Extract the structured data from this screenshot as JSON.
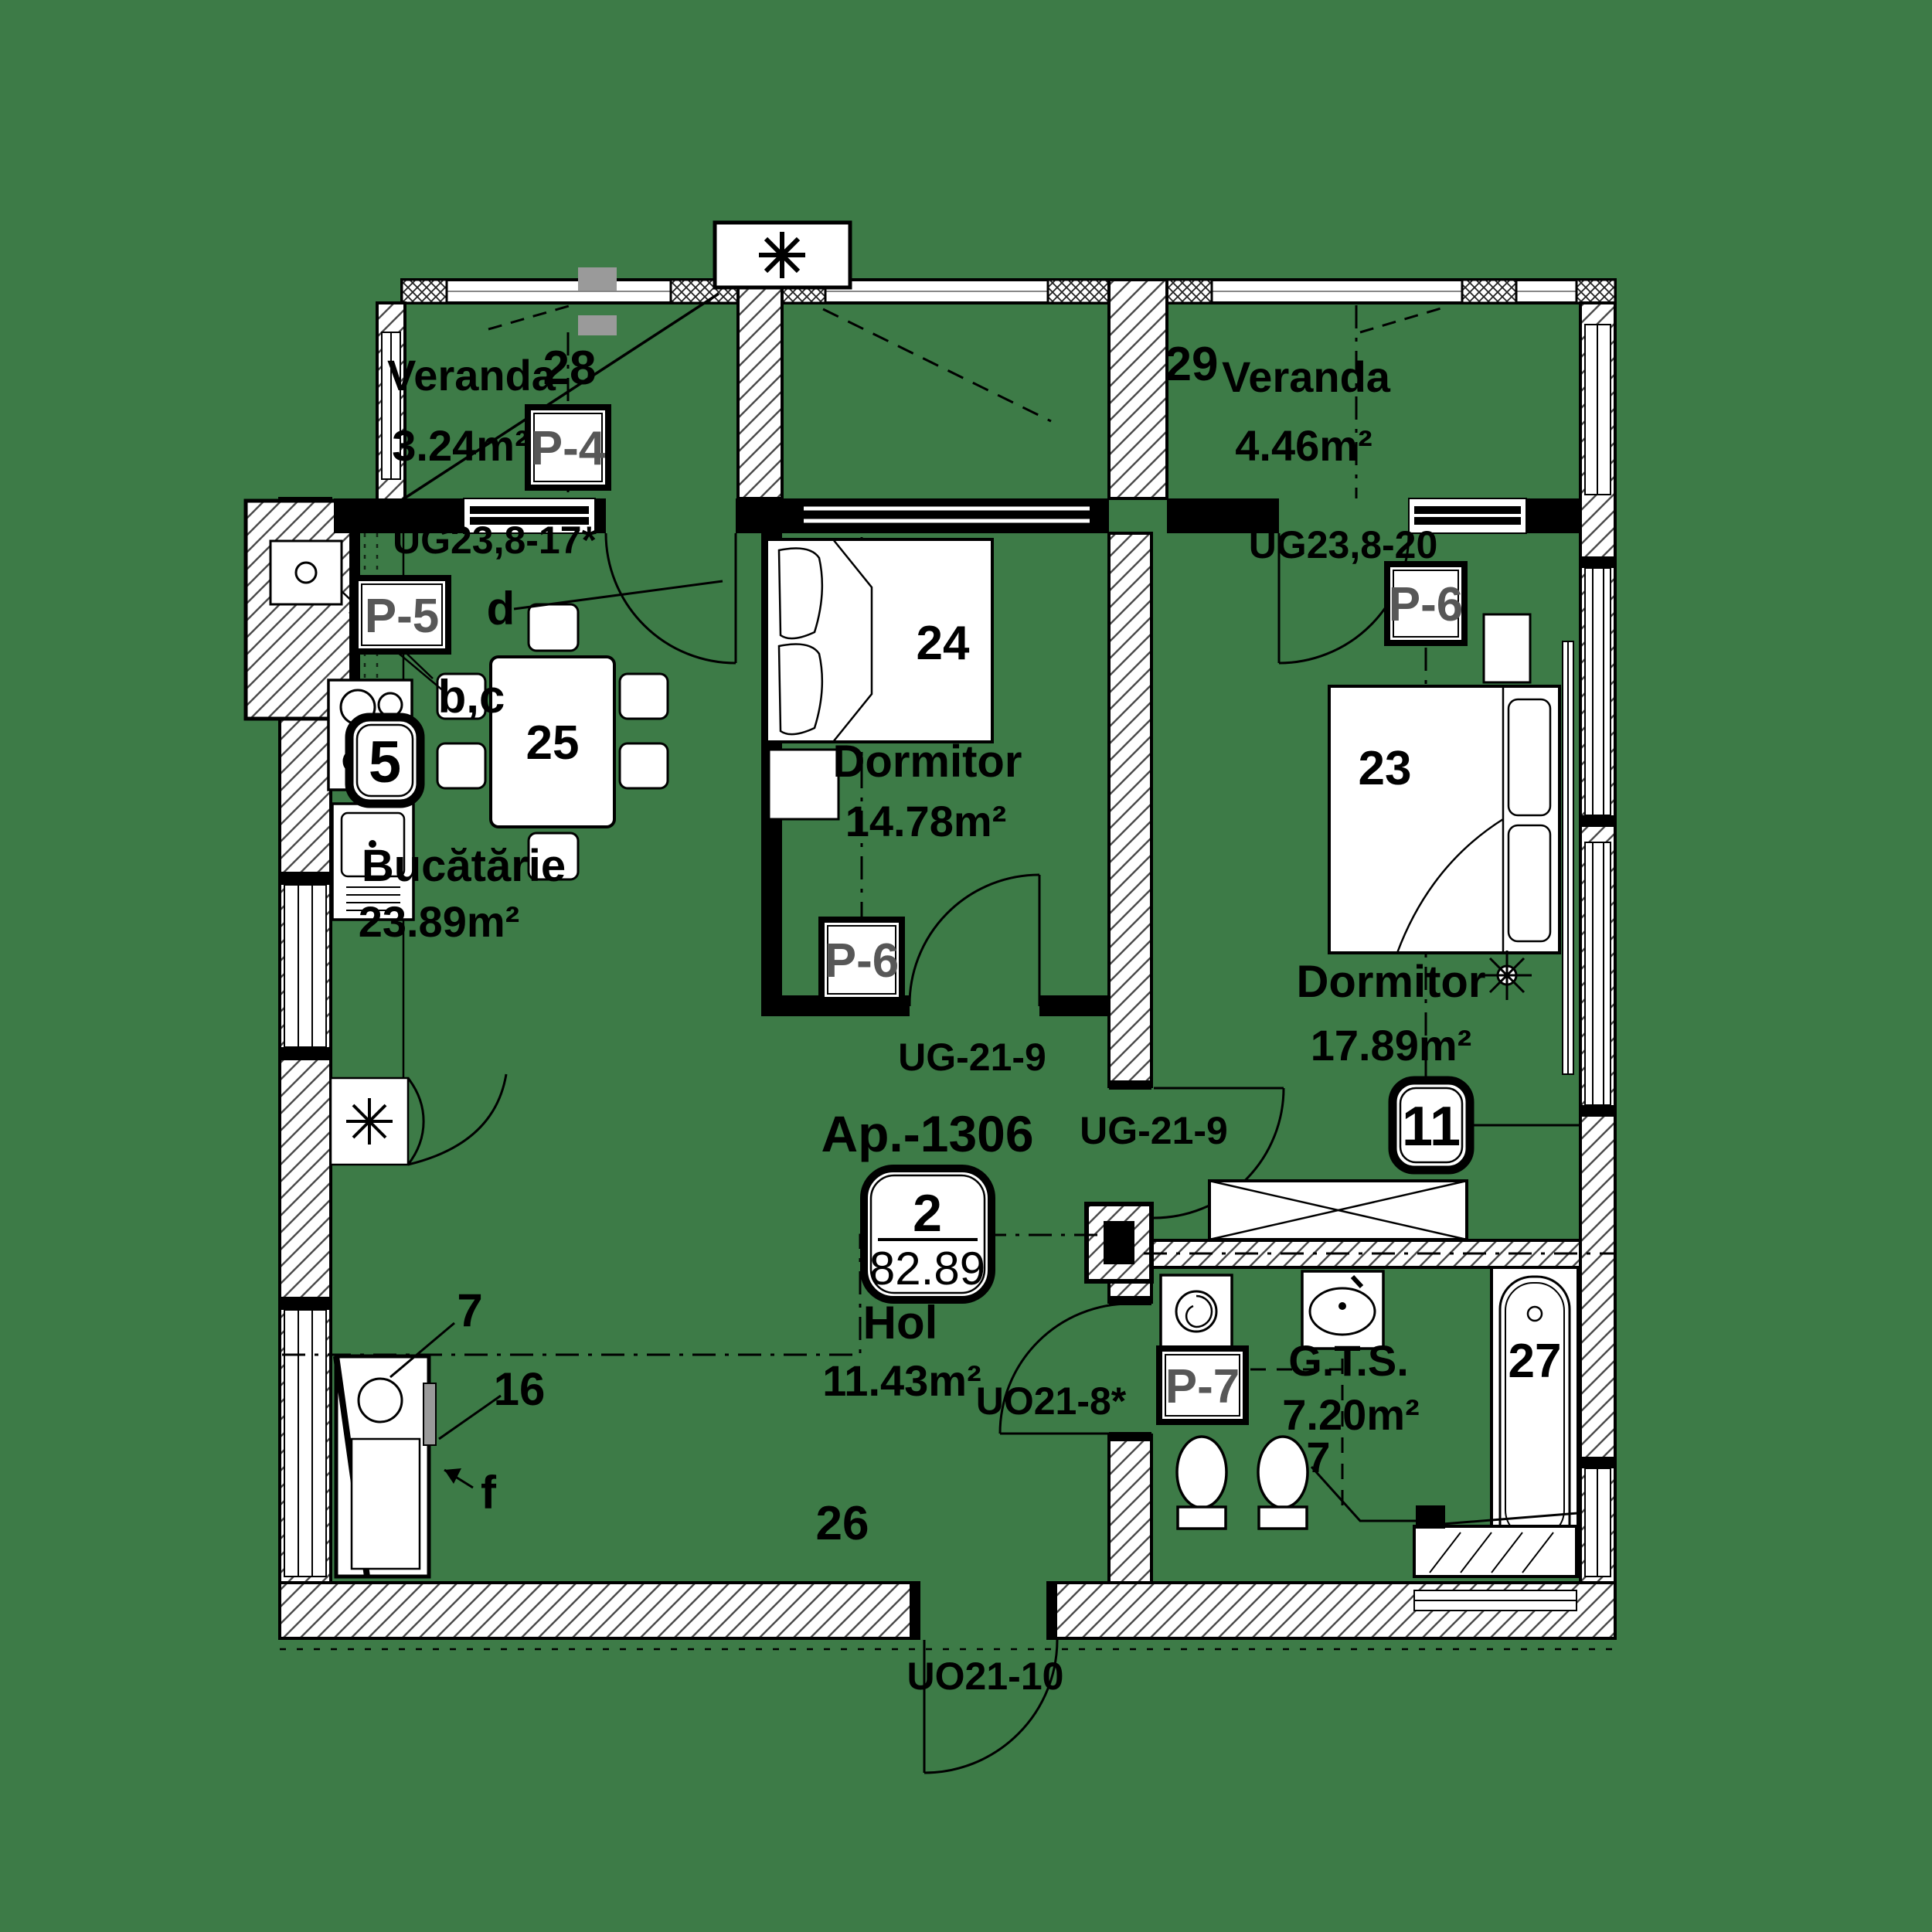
{
  "plan": {
    "background_color": "#3d7b47",
    "apartment_badge": {
      "number": "Ap.-1306",
      "rooms": "2",
      "total_area": "82.89"
    },
    "rooms": [
      {
        "id": "veranda-28",
        "number": "28",
        "name": "Veranda",
        "area": "3.24m²",
        "marker": "P-4",
        "window_code": "UG23,8-17*"
      },
      {
        "id": "veranda-29",
        "number": "29",
        "name": "Veranda",
        "area": "4.46m²",
        "window_code": "UG23,8-20"
      },
      {
        "id": "bucatarie",
        "name": "Bucătărie",
        "area": "23.89m²",
        "table_number": "25",
        "marker": "P-5",
        "appliance_badge": "5",
        "door_label": "d",
        "window_label": "b,c"
      },
      {
        "id": "dormitor-24",
        "number": "24",
        "name": "Dormitor",
        "area": "14.78m²",
        "marker": "P-6",
        "door_code": "UG-21-9"
      },
      {
        "id": "dormitor-23",
        "number": "23",
        "name": "Dormitor",
        "area": "17.89m²",
        "marker": "P-6",
        "badge": "11",
        "door_code": "UG-21-9"
      },
      {
        "id": "hol",
        "name": "Hol",
        "area": "11.43m²",
        "number": "26",
        "entry_door_code": "UO21-10",
        "bathroom_door_code": "UO21-8*"
      },
      {
        "id": "gts",
        "name": "G.T.S.",
        "area": "7.20m²",
        "tub_number": "27",
        "marker": "P-7",
        "fixture_label": "7"
      }
    ],
    "heating_labels": {
      "radiator_number": "7",
      "unit_number": "16",
      "valve_letter": "f"
    }
  }
}
